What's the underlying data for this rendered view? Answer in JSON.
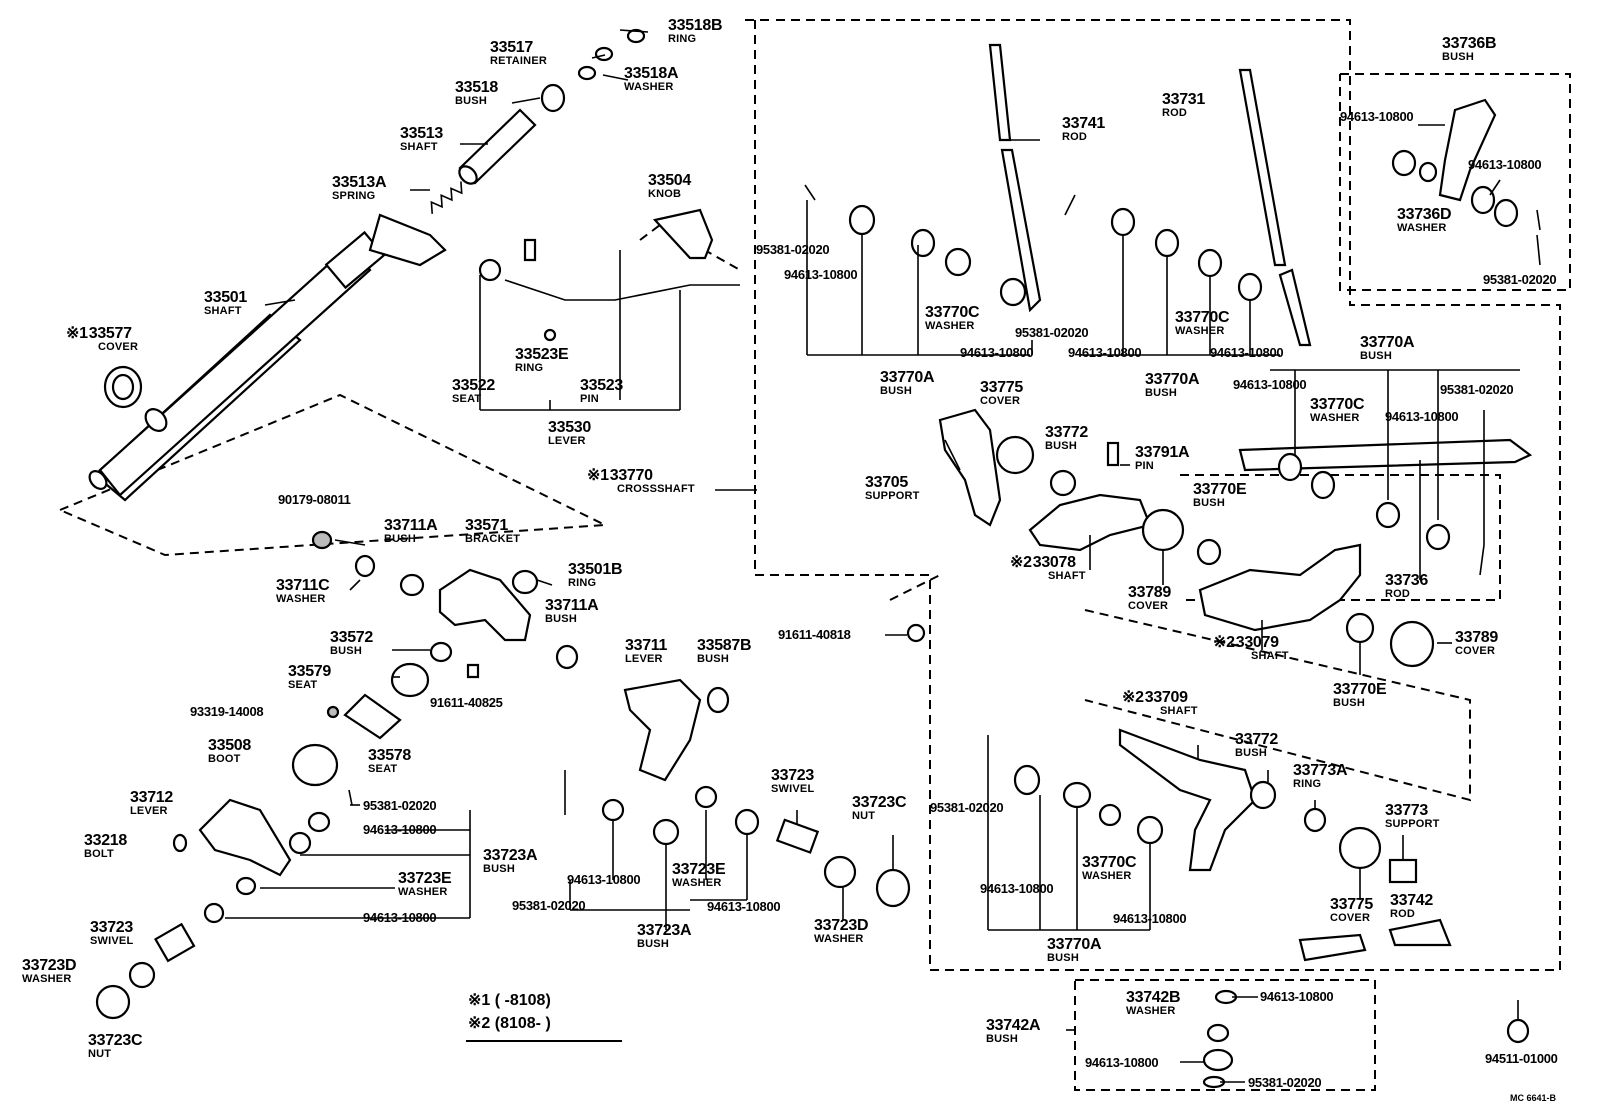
{
  "labels": {
    "p33518B": {
      "num": "33518B",
      "desc": "RING"
    },
    "p33517": {
      "num": "33517",
      "desc": "RETAINER"
    },
    "p33518A": {
      "num": "33518A",
      "desc": "WASHER"
    },
    "p33518": {
      "num": "33518",
      "desc": "BUSH"
    },
    "p33513": {
      "num": "33513",
      "desc": "SHAFT"
    },
    "p33513A": {
      "num": "33513A",
      "desc": "SPRING"
    },
    "p33504": {
      "num": "33504",
      "desc": "KNOB"
    },
    "p33501": {
      "num": "33501",
      "desc": "SHAFT"
    },
    "p33577": {
      "mark": "※1",
      "num": "33577",
      "desc": "COVER"
    },
    "p33523E": {
      "num": "33523E",
      "desc": "RING"
    },
    "p33522": {
      "num": "33522",
      "desc": "SEAT"
    },
    "p33523": {
      "num": "33523",
      "desc": "PIN"
    },
    "p33530": {
      "num": "33530",
      "desc": "LEVER"
    },
    "p33770": {
      "mark": "※1",
      "num": "33770",
      "desc": "CROSSSHAFT"
    },
    "p90179": {
      "num": "90179-08011",
      "desc": ""
    },
    "p33711A_1": {
      "num": "33711A",
      "desc": "BUSH"
    },
    "p33571": {
      "num": "33571",
      "desc": "BRACKET"
    },
    "p33711C": {
      "num": "33711C",
      "desc": "WASHER"
    },
    "p33501B": {
      "num": "33501B",
      "desc": "RING"
    },
    "p33711A_2": {
      "num": "33711A",
      "desc": "BUSH"
    },
    "p33572": {
      "num": "33572",
      "desc": "BUSH"
    },
    "p33579": {
      "num": "33579",
      "desc": "SEAT"
    },
    "p91611_40825": {
      "num": "91611-40825",
      "desc": ""
    },
    "p93319": {
      "num": "93319-14008",
      "desc": ""
    },
    "p33578": {
      "num": "33578",
      "desc": "SEAT"
    },
    "p33508": {
      "num": "33508",
      "desc": "BOOT"
    },
    "p33711": {
      "num": "33711",
      "desc": "LEVER"
    },
    "p33587B": {
      "num": "33587B",
      "desc": "BUSH"
    },
    "p33712": {
      "num": "33712",
      "desc": "LEVER"
    },
    "p95381_a": {
      "num": "95381-02020",
      "desc": ""
    },
    "p94613_a": {
      "num": "94613-10800",
      "desc": ""
    },
    "p33218": {
      "num": "33218",
      "desc": "BOLT"
    },
    "p33723A_1": {
      "num": "33723A",
      "desc": "BUSH"
    },
    "p33723E_1": {
      "num": "33723E",
      "desc": "WASHER"
    },
    "p94613_b": {
      "num": "94613-10800",
      "desc": ""
    },
    "p33723": {
      "num": "33723",
      "desc": "SWIVEL"
    },
    "p33723D_1": {
      "num": "33723D",
      "desc": "WASHER"
    },
    "p33723C_1": {
      "num": "33723C",
      "desc": "NUT"
    },
    "p94613_c": {
      "num": "94613-10800",
      "desc": ""
    },
    "p95381_b": {
      "num": "95381-02020",
      "desc": ""
    },
    "p33723E_2": {
      "num": "33723E",
      "desc": "WASHER"
    },
    "p94613_d": {
      "num": "94613-10800",
      "desc": ""
    },
    "p33723A_2": {
      "num": "33723A",
      "desc": "BUSH"
    },
    "p33723_2": {
      "num": "33723",
      "desc": "SWIVEL"
    },
    "p33723C_2": {
      "num": "33723C",
      "desc": "NUT"
    },
    "p33723D_2": {
      "num": "33723D",
      "desc": "WASHER"
    },
    "p91611_40818": {
      "num": "91611-40818",
      "desc": ""
    },
    "p95381_c": {
      "num": "95381-02020",
      "desc": ""
    },
    "p94613_e": {
      "num": "94613-10800",
      "desc": ""
    },
    "p33741": {
      "num": "33741",
      "desc": "ROD"
    },
    "p33731": {
      "num": "33731",
      "desc": "ROD"
    },
    "p33770C_1": {
      "num": "33770C",
      "desc": "WASHER"
    },
    "p95381_d": {
      "num": "95381-02020",
      "desc": ""
    },
    "p33770C_2": {
      "num": "33770C",
      "desc": "WASHER"
    },
    "p94613_f": {
      "num": "94613-10800",
      "desc": ""
    },
    "p94613_g": {
      "num": "94613-10800",
      "desc": ""
    },
    "p94613_h": {
      "num": "94613-10800",
      "desc": ""
    },
    "p33770A_1": {
      "num": "33770A",
      "desc": "BUSH"
    },
    "p33775_1": {
      "num": "33775",
      "desc": "COVER"
    },
    "p33770A_2": {
      "num": "33770A",
      "desc": "BUSH"
    },
    "p33705": {
      "num": "33705",
      "desc": "SUPPORT"
    },
    "p33772_1": {
      "num": "33772",
      "desc": "BUSH"
    },
    "p33791A": {
      "num": "33791A",
      "desc": "PIN"
    },
    "p33078": {
      "mark": "※2",
      "num": "33078",
      "desc": "SHAFT"
    },
    "p33789_1": {
      "num": "33789",
      "desc": "COVER"
    },
    "p33736B": {
      "num": "33736B",
      "desc": "BUSH"
    },
    "p94613_i": {
      "num": "94613-10800",
      "desc": ""
    },
    "p94613_j": {
      "num": "94613-10800",
      "desc": ""
    },
    "p33736D": {
      "num": "33736D",
      "desc": "WASHER"
    },
    "p95381_e": {
      "num": "95381-02020",
      "desc": ""
    },
    "p33770A_3": {
      "num": "33770A",
      "desc": "BUSH"
    },
    "p94613_k": {
      "num": "94613-10800",
      "desc": ""
    },
    "p95381_f": {
      "num": "95381-02020",
      "desc": ""
    },
    "p33770C_3": {
      "num": "33770C",
      "desc": "WASHER"
    },
    "p94613_l": {
      "num": "94613-10800",
      "desc": ""
    },
    "p33770E_1": {
      "num": "33770E",
      "desc": "BUSH"
    },
    "p33736": {
      "num": "33736",
      "desc": "ROD"
    },
    "p33079": {
      "mark": "※2",
      "num": "33079",
      "desc": "SHAFT"
    },
    "p33789_2": {
      "num": "33789",
      "desc": "COVER"
    },
    "p33770E_2": {
      "num": "33770E",
      "desc": "BUSH"
    },
    "p33709": {
      "mark": "※2",
      "num": "33709",
      "desc": "SHAFT"
    },
    "p33772_2": {
      "num": "33772",
      "desc": "BUSH"
    },
    "p95381_g": {
      "num": "95381-02020",
      "desc": ""
    },
    "p33773A": {
      "num": "33773A",
      "desc": "RING"
    },
    "p33773": {
      "num": "33773",
      "desc": "SUPPORT"
    },
    "p94613_m": {
      "num": "94613-10800",
      "desc": ""
    },
    "p33770C_4": {
      "num": "33770C",
      "desc": "WASHER"
    },
    "p94613_n": {
      "num": "94613-10800",
      "desc": ""
    },
    "p33775_2": {
      "num": "33775",
      "desc": "COVER"
    },
    "p33742": {
      "num": "33742",
      "desc": "ROD"
    },
    "p33770A_4": {
      "num": "33770A",
      "desc": "BUSH"
    },
    "p33742B": {
      "num": "33742B",
      "desc": "WASHER"
    },
    "p94613_o": {
      "num": "94613-10800",
      "desc": ""
    },
    "p33742A": {
      "num": "33742A",
      "desc": "BUSH"
    },
    "p94613_p": {
      "num": "94613-10800",
      "desc": ""
    },
    "p95381_h": {
      "num": "95381-02020",
      "desc": ""
    },
    "p94511": {
      "num": "94511-01000",
      "desc": ""
    }
  },
  "notes": {
    "n1": "※1 (      -8108)",
    "n2": "※2 (8108-        )"
  },
  "drawing_code": "MC 6641-B"
}
